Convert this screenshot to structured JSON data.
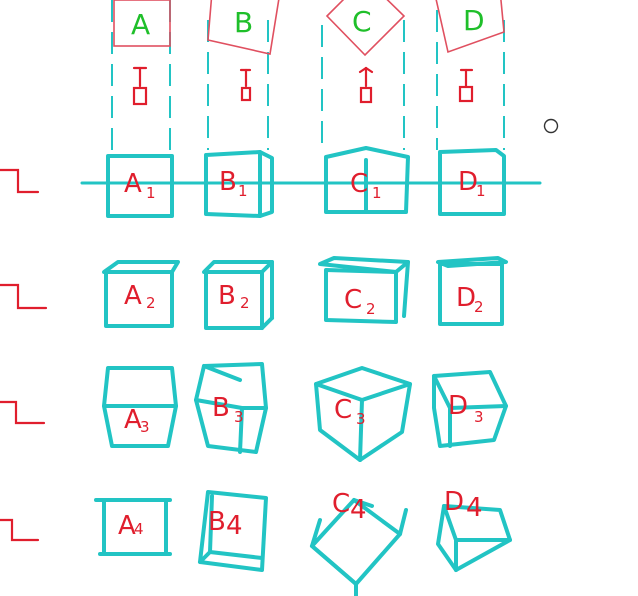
{
  "colors": {
    "cube": "#22c4c4",
    "ink_red": "#e01e2d",
    "ink_green": "#1fbf2a",
    "guide": "#22c4c4",
    "top_box": "#e05060"
  },
  "top_labels": [
    "A",
    "B",
    "C",
    "D"
  ],
  "cube_labels": [
    [
      "A",
      "B",
      "C",
      "D"
    ],
    [
      "A",
      "B",
      "C",
      "D"
    ],
    [
      "A",
      "B",
      "C",
      "D"
    ],
    [
      "A",
      "B",
      "C",
      "D"
    ]
  ],
  "cube_subscripts": [
    [
      "1",
      "1",
      "1",
      "1"
    ],
    [
      "2",
      "2",
      "2",
      "2"
    ],
    [
      "3",
      "3",
      "3",
      "3"
    ],
    [
      "4",
      "4",
      "4",
      "4"
    ]
  ],
  "cursor_icon": "circle-cursor-icon"
}
